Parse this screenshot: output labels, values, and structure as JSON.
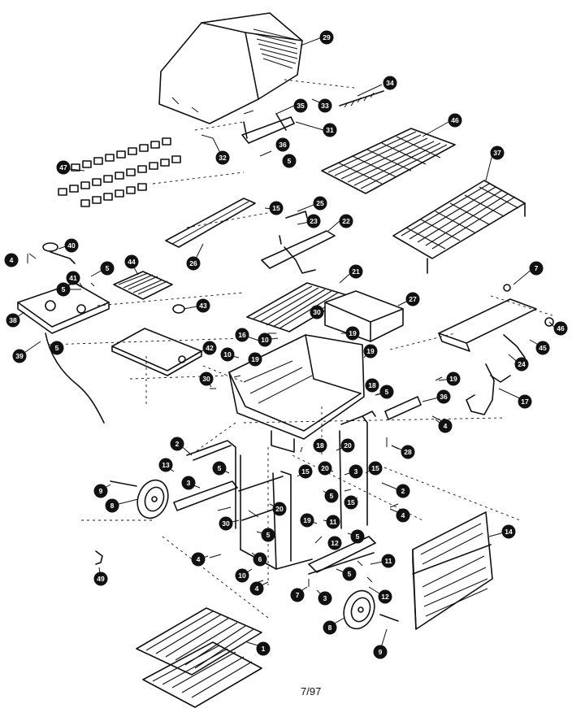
{
  "diagram": {
    "date_code": "7/97",
    "callouts": [
      {
        "id": "29"
      },
      {
        "id": "34"
      },
      {
        "id": "35"
      },
      {
        "id": "33"
      },
      {
        "id": "31"
      },
      {
        "id": "32"
      },
      {
        "id": "36"
      },
      {
        "id": "5"
      },
      {
        "id": "46"
      },
      {
        "id": "47"
      },
      {
        "id": "37"
      },
      {
        "id": "15"
      },
      {
        "id": "25"
      },
      {
        "id": "23"
      },
      {
        "id": "22"
      },
      {
        "id": "26"
      },
      {
        "id": "4"
      },
      {
        "id": "40"
      },
      {
        "id": "5"
      },
      {
        "id": "44"
      },
      {
        "id": "41"
      },
      {
        "id": "5"
      },
      {
        "id": "21"
      },
      {
        "id": "7"
      },
      {
        "id": "43"
      },
      {
        "id": "38"
      },
      {
        "id": "30"
      },
      {
        "id": "27"
      },
      {
        "id": "19"
      },
      {
        "id": "10"
      },
      {
        "id": "16"
      },
      {
        "id": "46"
      },
      {
        "id": "5"
      },
      {
        "id": "42"
      },
      {
        "id": "10"
      },
      {
        "id": "19"
      },
      {
        "id": "19"
      },
      {
        "id": "45"
      },
      {
        "id": "39"
      },
      {
        "id": "24"
      },
      {
        "id": "30"
      },
      {
        "id": "19"
      },
      {
        "id": "18"
      },
      {
        "id": "5"
      },
      {
        "id": "36"
      },
      {
        "id": "17"
      },
      {
        "id": "4"
      },
      {
        "id": "2"
      },
      {
        "id": "28"
      },
      {
        "id": "18"
      },
      {
        "id": "20"
      },
      {
        "id": "13"
      },
      {
        "id": "5"
      },
      {
        "id": "3"
      },
      {
        "id": "15"
      },
      {
        "id": "20"
      },
      {
        "id": "9"
      },
      {
        "id": "3"
      },
      {
        "id": "15"
      },
      {
        "id": "5"
      },
      {
        "id": "2"
      },
      {
        "id": "15"
      },
      {
        "id": "8"
      },
      {
        "id": "4"
      },
      {
        "id": "30"
      },
      {
        "id": "20"
      },
      {
        "id": "19"
      },
      {
        "id": "11"
      },
      {
        "id": "5"
      },
      {
        "id": "12"
      },
      {
        "id": "5"
      },
      {
        "id": "14"
      },
      {
        "id": "6"
      },
      {
        "id": "4"
      },
      {
        "id": "11"
      },
      {
        "id": "49"
      },
      {
        "id": "10"
      },
      {
        "id": "5"
      },
      {
        "id": "4"
      },
      {
        "id": "7"
      },
      {
        "id": "12"
      },
      {
        "id": "3"
      },
      {
        "id": "8"
      },
      {
        "id": "9"
      },
      {
        "id": "1"
      }
    ]
  }
}
